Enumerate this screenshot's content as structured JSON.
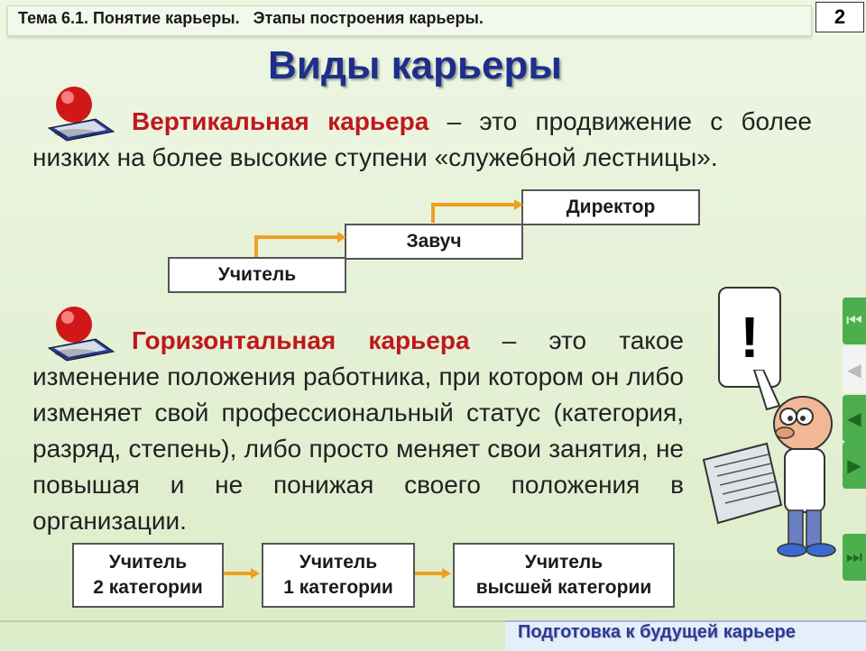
{
  "header": {
    "topic": "Тема 6.1. Понятие карьеры.   Этапы построения карьеры.",
    "slide_number": "2"
  },
  "title": "Виды карьеры",
  "vertical": {
    "term": "Вертикальная карьера",
    "definition": " – это продвижение с более низких на более высокие ступени «служебной лестницы».",
    "ladder": [
      "Учитель",
      "Завуч",
      "Директор"
    ]
  },
  "horizontal": {
    "term": "Горизонтальная карьера",
    "definition": " – это такое изменение положения работника, при котором он либо изменяет свой профессиональный статус (категория, разряд, степень), либо просто меняет свои занятия, не повышая и не понижая своего положения в организации.",
    "steps": [
      {
        "line1": "Учитель",
        "line2": "2 категории"
      },
      {
        "line1": "Учитель",
        "line2": "1 категории"
      },
      {
        "line1": "Учитель",
        "line2": "высшей категории"
      }
    ]
  },
  "speech_bubble": "!",
  "footer": "Подготовка к будущей карьере",
  "nav": {
    "buttons": [
      "first-slide-icon",
      "previous-icon",
      "back-icon",
      "next-icon",
      "last-slide-icon"
    ]
  },
  "colors": {
    "accent_title": "#1e2f8a",
    "term": "#c0171c",
    "arrow": "#f0a020",
    "nav_green": "#4cae4c"
  }
}
